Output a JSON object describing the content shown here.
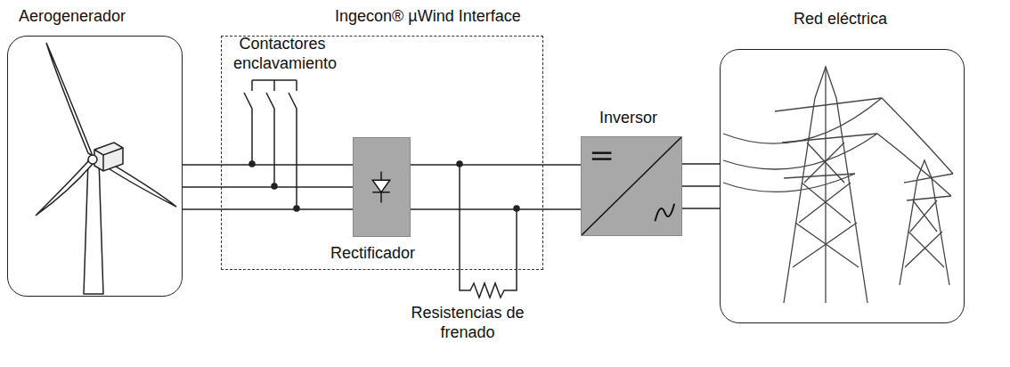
{
  "diagram": {
    "nodes": [
      {
        "text": [
          "Aerogenerador"
        ]
      },
      {
        "text": [
          "Ingecon® µWind Interface"
        ]
      },
      {
        "text": [
          "Rectificador"
        ],
        "in": 1
      },
      {
        "text": [
          "Inversor"
        ]
      },
      {
        "text": [
          "Red eléctrica"
        ]
      }
    ],
    "edges": [
      {
        "from": 0,
        "to": 2,
        "arrow": "none"
      },
      {
        "from": 2,
        "to": 3,
        "arrow": "none"
      },
      {
        "from": 3,
        "to": 4,
        "arrow": "none"
      }
    ],
    "labels": [
      "Contactores enclavamiento",
      "Resistencias de frenado"
    ]
  }
}
